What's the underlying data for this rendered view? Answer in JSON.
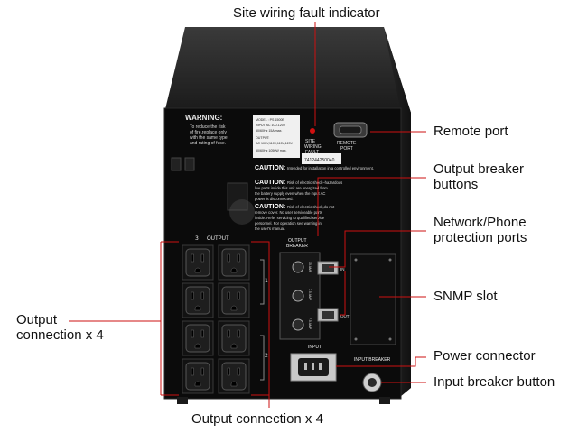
{
  "callouts": {
    "site_wiring": "Site wiring fault indicator",
    "remote_port": "Remote port",
    "output_breaker": [
      "Output breaker",
      "buttons"
    ],
    "network_phone": [
      "Network/Phone",
      "protection ports"
    ],
    "snmp_slot": "SNMP slot",
    "power_connector": "Power connector",
    "input_breaker": "Input breaker button",
    "output_left": [
      "Output",
      "connection x 4"
    ],
    "output_bottom": "Output connection x 4"
  },
  "panel": {
    "warning_title": "WARNING:",
    "warning_text": [
      "To reduce the risk",
      "of fire,replace only",
      "with the same type",
      "and rating of fuse."
    ],
    "model_text": [
      "MODEL : PS 1500B",
      "INPUT AC 100-120V",
      "50/60Hz 15A max.",
      "OUTPUT:",
      "AC 100V,110V,115V,120V",
      "50/60Hz 1050W max."
    ],
    "serial": "741244250040",
    "site_label": [
      "SITE",
      "WIRING",
      "FAULT"
    ],
    "remote_label": [
      "REMOTE",
      "PORT"
    ],
    "caution1_title": "CAUTION:",
    "caution1_text": "Intended for installation in a controlled environment.",
    "caution2_title": "CAUTION:",
    "caution2_text": [
      "Risk of electric shock–hazardous",
      "live parts inside this unit are energized from",
      "the battery supply even when the input AC",
      "power is disconnected."
    ],
    "caution3_title": "CAUTION:",
    "caution3_text": [
      "Risk of electric shock,do not",
      "remove cover. No user serviceable parts",
      "inside. Refer servicing to qualified service",
      "personnel. For operation see warning in",
      "the user's manual."
    ],
    "output_label": "OUTPUT",
    "output_breaker_label": [
      "OUTPUT",
      "BREAKER"
    ],
    "input_label": "INPUT",
    "input_breaker_label": "INPUT BREAKER",
    "in_label": "IN",
    "out_label": "OUT",
    "bank_numbers": [
      "1",
      "2",
      "3"
    ],
    "breaker_ratings": [
      "15 AMP",
      "7.5 AMP",
      "7.5 AMP"
    ]
  },
  "colors": {
    "body": "#1c1c1c",
    "panel": "#0a0a0a",
    "callout_line": "#cc1010",
    "led": "#d01010"
  }
}
